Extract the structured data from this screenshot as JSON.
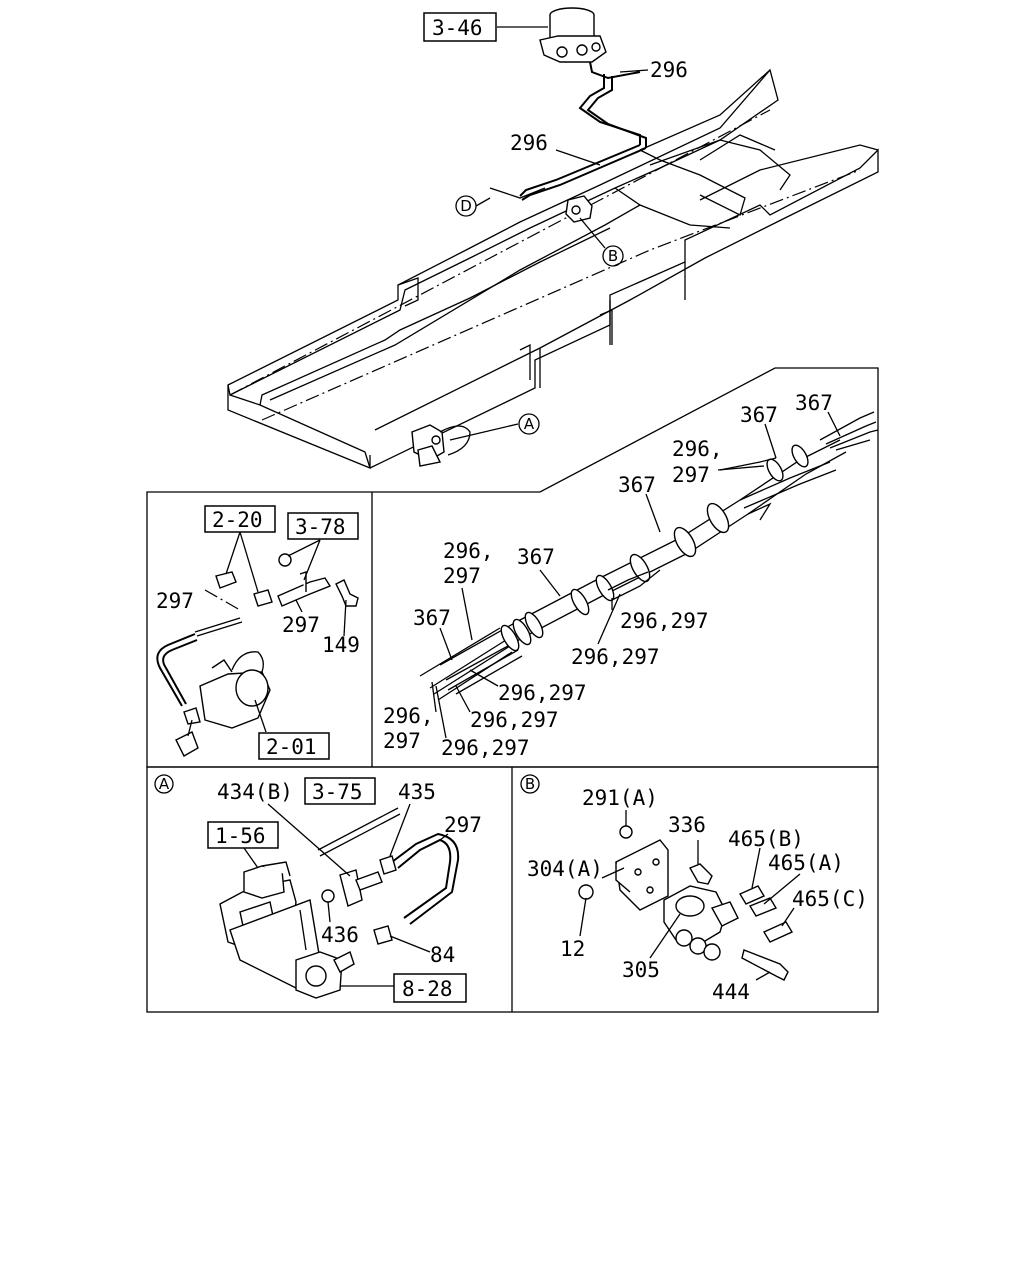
{
  "refs": {
    "r346": "3-46",
    "r220": "2-20",
    "r378": "3-78",
    "r201": "2-01",
    "r375": "3-75",
    "r156": "1-56",
    "r828": "8-28"
  },
  "callouts": {
    "A": "A",
    "B": "B",
    "D": "D"
  },
  "labels": {
    "top_296_a": "296",
    "top_296_b": "296",
    "harness_367_a": "367",
    "harness_367_b": "367",
    "harness_367_c": "367",
    "harness_367_d": "367",
    "harness_367_e": "367",
    "harness_296c_a": "296,",
    "harness_297_a": "297",
    "harness_296c_b": "296,",
    "harness_297_b": "297",
    "harness_296_297_a": "296,297",
    "harness_296_297_b": "296,297",
    "harness_296_297_c": "296,297",
    "harness_296_297_d": "296,297",
    "harness_296_297_e": "296,297",
    "harness_296c_c": "296,",
    "harness_297_c": "297",
    "left_297_a": "297",
    "left_297_b": "297",
    "left_149": "149",
    "a_434b": "434(B)",
    "a_435": "435",
    "a_297": "297",
    "a_436": "436",
    "a_84": "84",
    "b_291a": "291(A)",
    "b_336": "336",
    "b_465b": "465(B)",
    "b_465a": "465(A)",
    "b_304a": "304(A)",
    "b_465c": "465(C)",
    "b_12": "12",
    "b_305": "305",
    "b_444": "444"
  }
}
